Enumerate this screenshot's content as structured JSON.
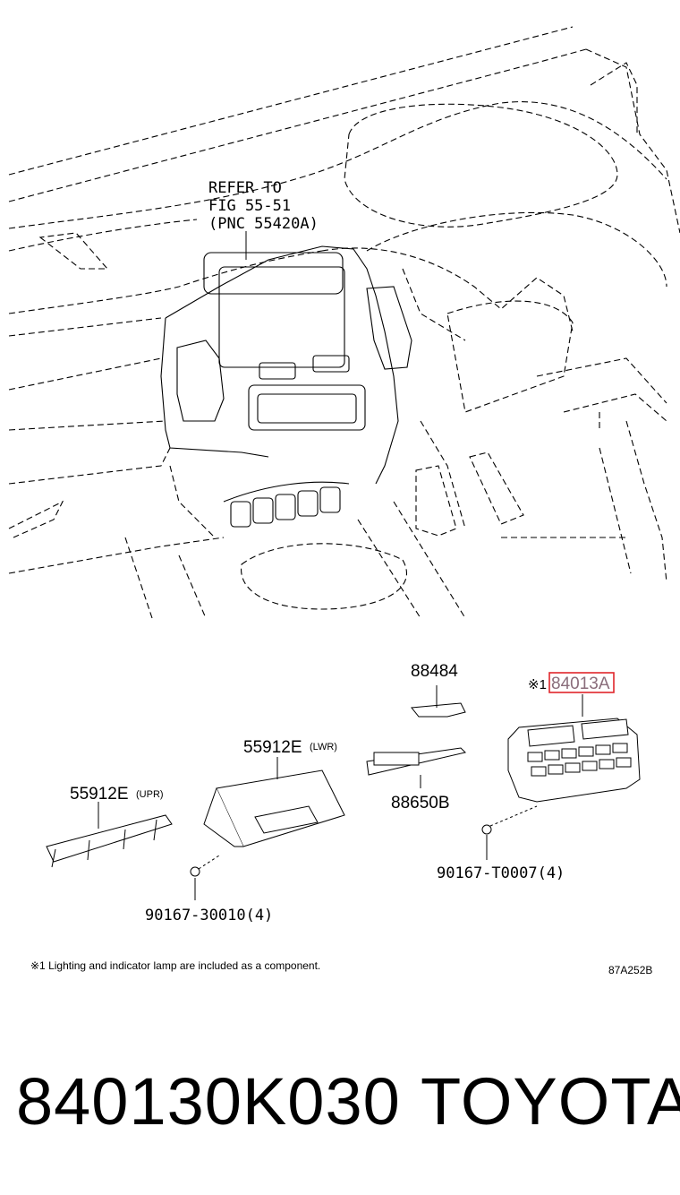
{
  "diagram": {
    "refer_note": [
      "REFER TO",
      "FIG 55-51",
      "(PNC 55420A)"
    ],
    "parts": {
      "p88484": "88484",
      "p84013A_prefix": "※1",
      "p84013A": "84013A",
      "p55912E_lwr": "55912E",
      "p55912E_lwr_suffix": "(LWR)",
      "p55912E_upr": "55912E",
      "p55912E_upr_suffix": "(UPR)",
      "p88650B": "88650B",
      "p90167_t0007": "90167-T0007(4)",
      "p90167_30010": "90167-30010(4)"
    },
    "footnote": "※1 Lighting and indicator lamp are included as a component.",
    "figure_code": "87A252B",
    "highlight_color": "#e0262b"
  },
  "footer": {
    "part_number": "840130K030",
    "brand": "TOYOTA"
  }
}
